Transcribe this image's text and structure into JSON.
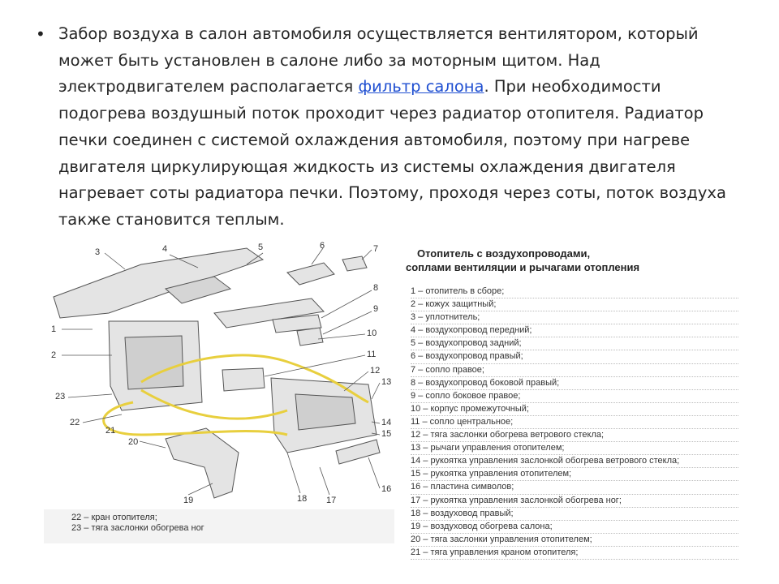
{
  "slide": {
    "bullet": "•",
    "paragraph": {
      "before_link": "Забор воздуха в салон автомобиля осуществляется вентилятором, который может быть установлен в салоне либо за моторным щитом. Над электродвигателем располагается ",
      "link": "фильтр салона",
      "after_link": ". При необходимости подогрева воздушный поток проходит через радиатор отопителя. Радиатор печки соединен с системой охлаждения автомобиля, поэтому при нагреве двигателя циркулирующая жидкость из системы охлаждения двигателя нагревает соты радиатора печки. Поэтому, проходя через соты, поток воздуха также становится теплым."
    }
  },
  "figure": {
    "title_line1": "Отопитель с воздухопроводами,",
    "title_line2": "соплами вентиляции и рычагами отопления",
    "legend": [
      "1 – отопитель в сборе;",
      "2 – кожух защитный;",
      "3 – уплотнитель;",
      "4 – воздухопровод передний;",
      "5 – воздухопровод задний;",
      "6 – воздухопровод правый;",
      "7 – сопло правое;",
      "8 – воздухопровод боковой правый;",
      "9 – сопло боковое правое;",
      "10 – корпус промежуточный;",
      "11 – сопло центральное;",
      "12 – тяга заслонки обогрева ветрового стекла;",
      "13 – рычаги управления отопителем;",
      "14 – рукоятка управления заслонкой обогрева ветрового стекла;",
      "15 – рукоятка управления отопителем;",
      "16 – пластина символов;",
      "17 – рукоятка управления заслонкой обогрева ног;",
      "18 – воздуховод правый;",
      "19 – воздуховод обогрева салона;",
      "20 – тяга заслонки управления отопителем;",
      "21 – тяга управления краном отопителя;"
    ],
    "legend_left": [
      "22 – кран отопителя;",
      "23 – тяга заслонки обогрева ног"
    ],
    "callouts": [
      "1",
      "2",
      "3",
      "4",
      "5",
      "6",
      "7",
      "8",
      "9",
      "10",
      "11",
      "12",
      "13",
      "14",
      "15",
      "16",
      "17",
      "18",
      "19",
      "20",
      "21",
      "22",
      "23"
    ]
  }
}
